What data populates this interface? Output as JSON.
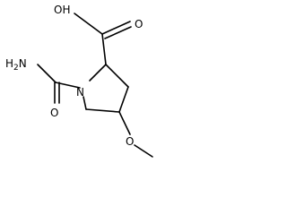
{
  "molecule": {
    "atoms": {
      "hydroxyl": "OH",
      "carbonyl_o_acid": "O",
      "amine": "H2N",
      "ring_n": "N",
      "carbonyl_o_amide": "O",
      "ether_o": "O"
    },
    "bond_color": "#000000",
    "background": "#ffffff"
  }
}
